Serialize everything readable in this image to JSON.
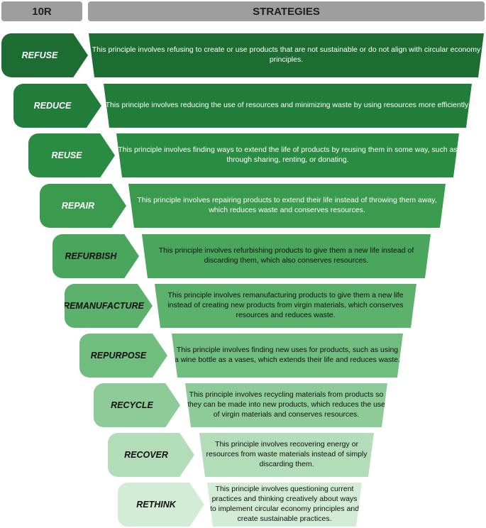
{
  "header": {
    "left": "10R",
    "right": "STRATEGIES"
  },
  "levels": [
    {
      "label": "REFUSE",
      "text": "This principle involves refusing to create or use products that are not sustainable or do not align with circular economy principles.",
      "color": "#1d6d33",
      "text_color": "#ffffff"
    },
    {
      "label": "REDUCE",
      "text": "This principle involves reducing the use of resources and minimizing waste by using resources more efficiently.",
      "color": "#217d3a",
      "text_color": "#ffffff"
    },
    {
      "label": "REUSE",
      "text": "This principle involves finding ways to extend the life of products by reusing them in some way, such as through sharing, renting, or donating.",
      "color": "#2a8c42",
      "text_color": "#ffffff"
    },
    {
      "label": "REPAIR",
      "text": "This principle involves repairing products to extend their life instead of throwing them away, which reduces waste and conserves resources.",
      "color": "#3a9a4e",
      "text_color": "#ffffff"
    },
    {
      "label": "REFURBISH",
      "text": "This principle involves refurbishing products to give them a new life instead of discarding them, which also conserves resources.",
      "color": "#4aa65d",
      "text_color": "#111111"
    },
    {
      "label": "REMANUFACTURE",
      "text": "This principle involves remanufacturing products to give them a new life instead of creating new products from virgin materials, which conserves resources and reduces waste.",
      "color": "#5cb16d",
      "text_color": "#111111"
    },
    {
      "label": "REPURPOSE",
      "text": "This principle involves finding new uses for products, such as using a wine bottle as a vases, which extends their life and reduces waste.",
      "color": "#71bd80",
      "text_color": "#111111"
    },
    {
      "label": "RECYCLE",
      "text": "This principle involves recycling materials from products so they can be made into new products, which reduces the use of virgin materials and conserves resources.",
      "color": "#8dcb98",
      "text_color": "#111111"
    },
    {
      "label": "RECOVER",
      "text": "This principle involves recovering energy or resources from waste materials instead of simply discarding them.",
      "color": "#b3dcb9",
      "text_color": "#111111"
    },
    {
      "label": "RETHINK",
      "text": "This principle involves questioning current practices and thinking creatively about ways to implement circular economy principles and create sustainable practices.",
      "color": "#d3ecd6",
      "text_color": "#111111"
    }
  ]
}
